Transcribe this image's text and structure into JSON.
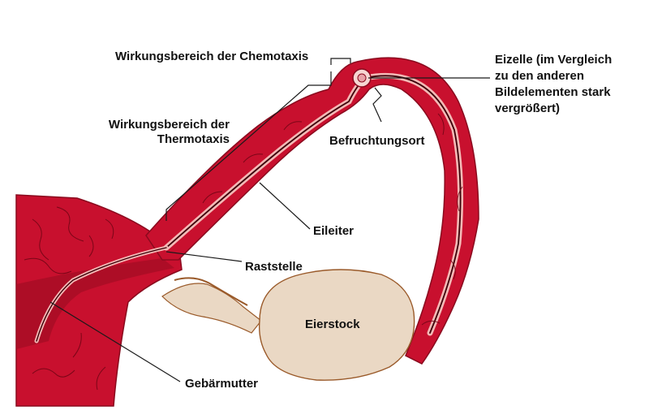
{
  "colors": {
    "tissue": "#c8102e",
    "tissue_dark": "#8a0a1e",
    "vein": "#6e0514",
    "channel": "#f3b9b6",
    "ovary": "#ead8c4",
    "ovary_edge": "#9a5a2a",
    "lines": "#1a1a1a",
    "text": "#111111"
  },
  "labels": {
    "chemotaxis": "Wirkungsbereich der Chemotaxis",
    "thermotaxis_1": "Wirkungsbereich der",
    "thermotaxis_2": "Thermotaxis",
    "egg_1": "Eizelle (im Vergleich",
    "egg_2": "zu den anderen",
    "egg_3": "Bildelementen stark",
    "egg_4": "vergrößert)",
    "fertilization_site": "Befruchtungsort",
    "oviduct": "Eileiter",
    "resting_site": "Raststelle",
    "ovary": "Eierstock",
    "uterus": "Gebärmutter"
  }
}
